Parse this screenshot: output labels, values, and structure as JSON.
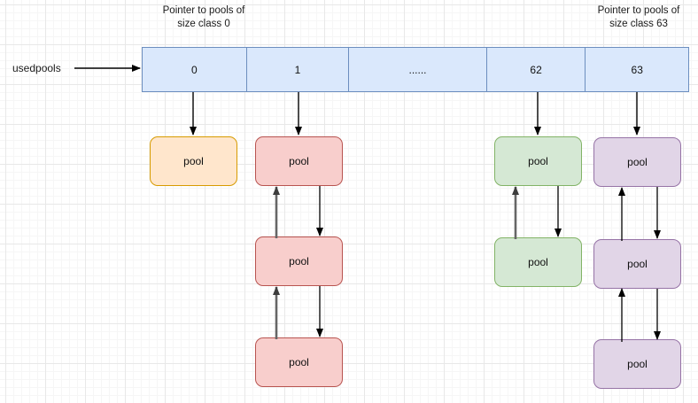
{
  "diagram": {
    "title_labels": [
      {
        "text": "Pointer to pools of\nsize class 0"
      },
      {
        "text": "Pointer to pools of\nsize class 63"
      }
    ],
    "pointer_variable": "usedpools",
    "array": {
      "name": "usedpools-array",
      "cells": [
        {
          "label": "0",
          "index": 0
        },
        {
          "label": "1",
          "index": 1
        },
        {
          "label": "......",
          "index": 2
        },
        {
          "label": "62",
          "index": 62
        },
        {
          "label": "63",
          "index": 63
        }
      ]
    },
    "pool_label": "pool",
    "chains": [
      {
        "size_class": "0",
        "color_name": "orange",
        "fill": "#ffe6cc",
        "stroke": "#d79b00",
        "pools": [
          {
            "label": "pool"
          }
        ]
      },
      {
        "size_class": "1",
        "color_name": "red",
        "fill": "#f8cecc",
        "stroke": "#b85450",
        "pools": [
          {
            "label": "pool"
          },
          {
            "label": "pool"
          },
          {
            "label": "pool"
          }
        ]
      },
      {
        "size_class": "62",
        "color_name": "green",
        "fill": "#d5e8d4",
        "stroke": "#82b366",
        "pools": [
          {
            "label": "pool"
          },
          {
            "label": "pool"
          }
        ]
      },
      {
        "size_class": "63",
        "color_name": "purple",
        "fill": "#e1d5e7",
        "stroke": "#9673a6",
        "pools": [
          {
            "label": "pool"
          },
          {
            "label": "pool"
          },
          {
            "label": "pool"
          }
        ]
      }
    ],
    "colors": {
      "array_fill": "#dae8fc",
      "array_stroke": "#6c8ebf",
      "arrow_dark": "#000000",
      "arrow_gray": "#666666",
      "grid_major": "#e8e8e8",
      "grid_minor": "#f6f6f6",
      "text": "#1a1a1a"
    }
  }
}
